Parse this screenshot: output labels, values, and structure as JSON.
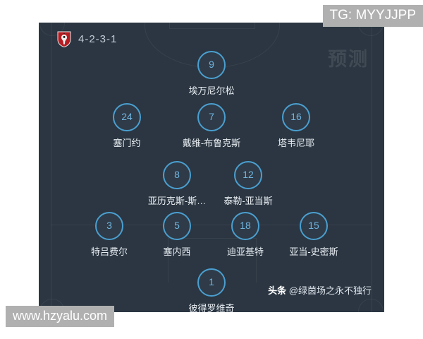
{
  "overlays": {
    "tg_banner": "TG: MYYJJPP",
    "site_banner": "www.hzyalu.com"
  },
  "pitch": {
    "formation": "4-2-3-1",
    "crest_icon": "bournemouth-crest-icon",
    "watermark": "预测"
  },
  "attribution": {
    "brand": "头条",
    "handle": "@绿茵场之永不独行"
  },
  "lineup": {
    "rows": [
      {
        "role": "forward",
        "players": [
          {
            "number": "9",
            "name": "埃万尼尔松"
          }
        ]
      },
      {
        "role": "attacking-midfield",
        "players": [
          {
            "number": "24",
            "name": "塞门约"
          },
          {
            "number": "7",
            "name": "戴维-布鲁克斯"
          },
          {
            "number": "16",
            "name": "塔韦尼耶"
          }
        ]
      },
      {
        "role": "central-midfield",
        "players": [
          {
            "number": "8",
            "name": "亚历克斯-斯…"
          },
          {
            "number": "12",
            "name": "泰勒-亚当斯"
          }
        ]
      },
      {
        "role": "defence",
        "players": [
          {
            "number": "3",
            "name": "特吕费尔"
          },
          {
            "number": "5",
            "name": "塞内西"
          },
          {
            "number": "18",
            "name": "迪亚基特"
          },
          {
            "number": "15",
            "name": "亚当-史密斯"
          }
        ]
      },
      {
        "role": "goalkeeper",
        "players": [
          {
            "number": "1",
            "name": "彼得罗维奇"
          }
        ]
      }
    ]
  }
}
